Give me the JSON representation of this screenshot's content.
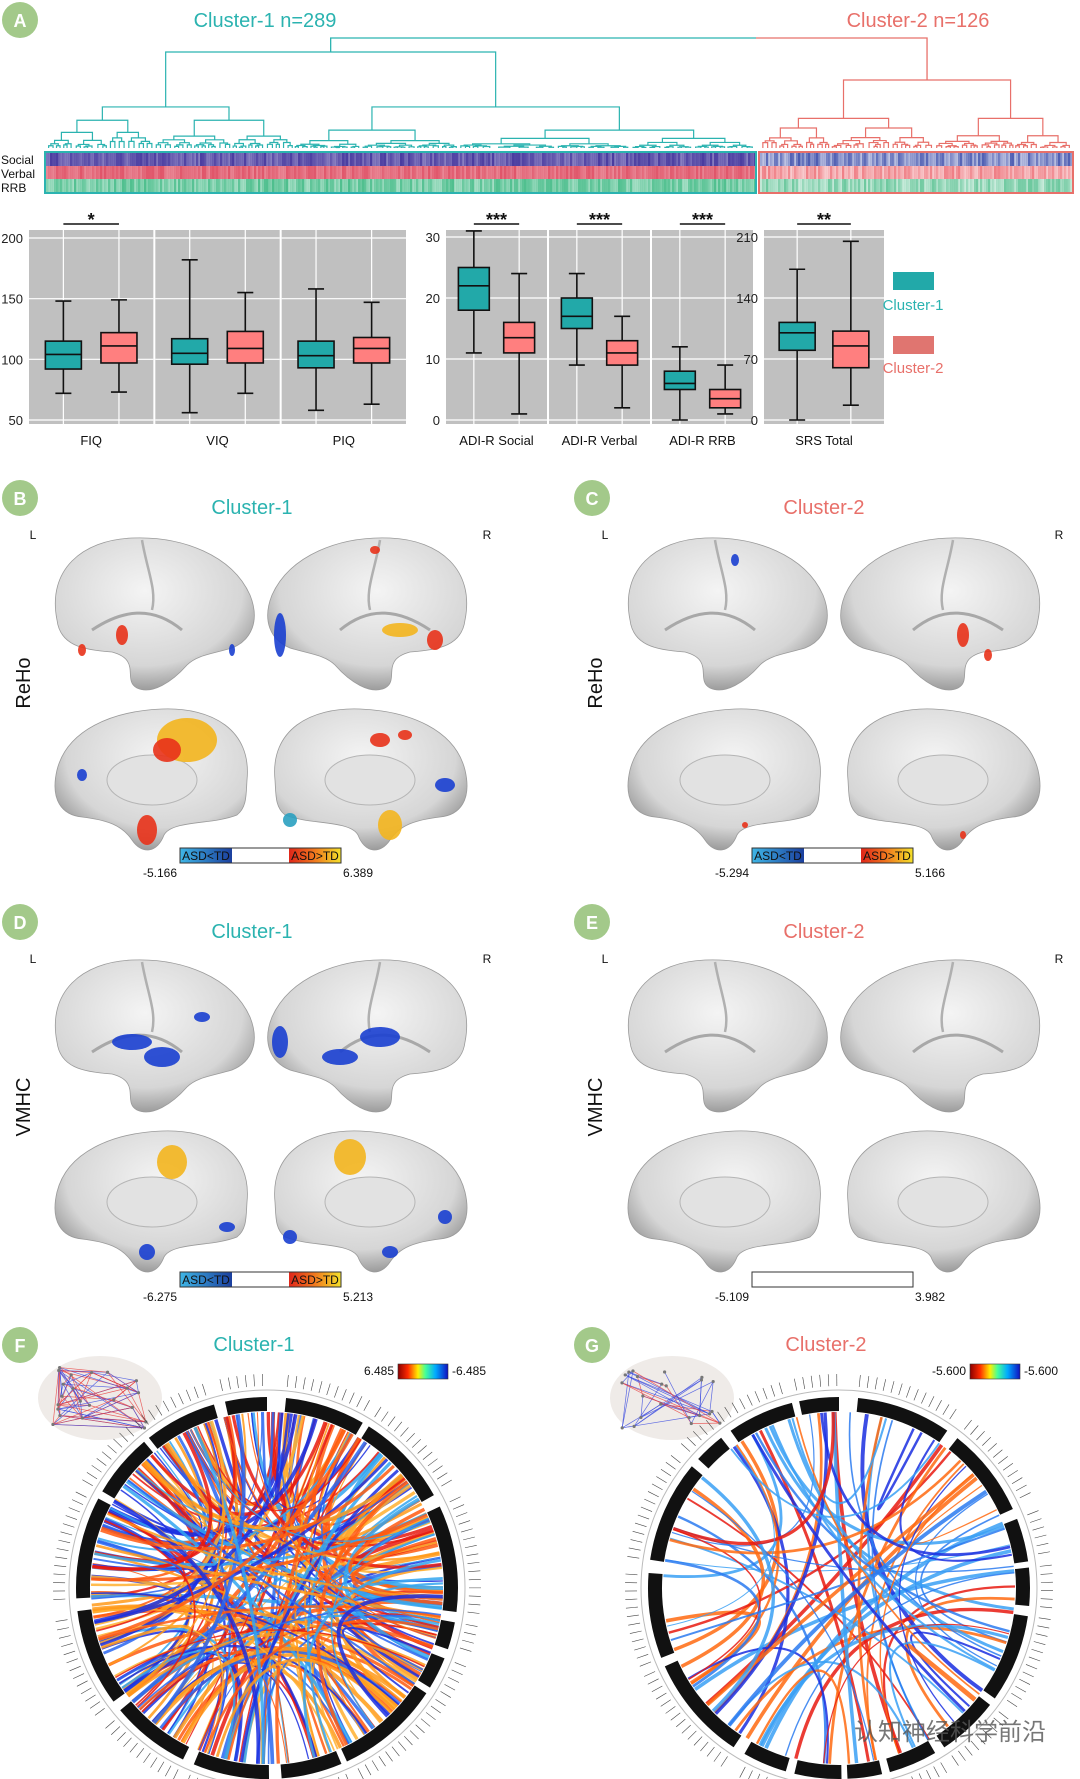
{
  "panel_letters": [
    "A",
    "B",
    "C",
    "D",
    "E",
    "F",
    "G"
  ],
  "colors": {
    "cluster1": "#22a9a9",
    "cluster2": "#ff7f7f",
    "cluster1_text": "#2bb3b0",
    "cluster2_text": "#e8706a",
    "badge": "#a3c98a",
    "plot_bg": "#c0c0c0"
  },
  "panel_a": {
    "cluster1_title": "Cluster-1 n=289",
    "cluster2_title": "Cluster-2 n=126",
    "heatmap_rows": [
      "Social",
      "Verbal",
      "RRB"
    ],
    "legend": [
      "Cluster-1",
      "Cluster-2"
    ]
  },
  "chart_data": {
    "type": "boxplot",
    "series": [
      "Cluster-1",
      "Cluster-2"
    ],
    "panels": [
      {
        "ylim": [
          50,
          200
        ],
        "yticks": [
          "50",
          "100",
          "150",
          "200"
        ],
        "ytick_values": [
          50,
          100,
          150,
          200
        ],
        "categories": [
          {
            "label": "FIQ",
            "sig": "*",
            "boxes": [
              {
                "min": 72,
                "q1": 92,
                "median": 104,
                "q3": 115,
                "max": 148
              },
              {
                "min": 73,
                "q1": 97,
                "median": 111,
                "q3": 122,
                "max": 149
              }
            ]
          },
          {
            "label": "VIQ",
            "sig": "",
            "boxes": [
              {
                "min": 56,
                "q1": 96,
                "median": 105,
                "q3": 117,
                "max": 182
              },
              {
                "min": 72,
                "q1": 97,
                "median": 109,
                "q3": 123,
                "max": 155
              }
            ]
          },
          {
            "label": "PIQ",
            "sig": "",
            "boxes": [
              {
                "min": 58,
                "q1": 93,
                "median": 103,
                "q3": 115,
                "max": 158
              },
              {
                "min": 63,
                "q1": 97,
                "median": 109,
                "q3": 118,
                "max": 147
              }
            ]
          }
        ]
      },
      {
        "ylim": [
          0,
          30
        ],
        "yticks": [
          "0",
          "10",
          "20",
          "30"
        ],
        "ytick_values": [
          0,
          10,
          20,
          30
        ],
        "categories": [
          {
            "label": "ADI-R Social",
            "sig": "***",
            "boxes": [
              {
                "min": 11,
                "q1": 18,
                "median": 22,
                "q3": 25,
                "max": 31
              },
              {
                "min": 1,
                "q1": 11,
                "median": 13.5,
                "q3": 16,
                "max": 24
              }
            ]
          },
          {
            "label": "ADI-R Verbal",
            "sig": "***",
            "boxes": [
              {
                "min": 9,
                "q1": 15,
                "median": 17,
                "q3": 20,
                "max": 24
              },
              {
                "min": 2,
                "q1": 9,
                "median": 11,
                "q3": 13,
                "max": 17
              }
            ]
          },
          {
            "label": "ADI-R RRB",
            "sig": "***",
            "boxes": [
              {
                "min": 0,
                "q1": 5,
                "median": 6,
                "q3": 8,
                "max": 12
              },
              {
                "min": 1,
                "q1": 2,
                "median": 3.5,
                "q3": 5,
                "max": 9
              }
            ]
          }
        ]
      },
      {
        "ylim": [
          0,
          210
        ],
        "yticks": [
          "0",
          "70",
          "140",
          "210"
        ],
        "ytick_values": [
          0,
          70,
          140,
          210
        ],
        "categories": [
          {
            "label": "SRS Total",
            "sig": "**",
            "boxes": [
              {
                "min": 0,
                "q1": 80,
                "median": 100,
                "q3": 112,
                "max": 173
              },
              {
                "min": 17,
                "q1": 60,
                "median": 85,
                "q3": 102,
                "max": 205
              }
            ]
          }
        ]
      }
    ]
  },
  "brain_panels": {
    "hemis": [
      "L",
      "R"
    ],
    "B": {
      "title": "Cluster-1",
      "measure": "ReHo",
      "neg_label": "ASD<TD",
      "pos_label": "ASD>TD",
      "min": "-5.166",
      "max": "6.389"
    },
    "C": {
      "title": "Cluster-2",
      "measure": "ReHo",
      "neg_label": "ASD<TD",
      "pos_label": "ASD>TD",
      "min": "-5.294",
      "max": "5.166"
    },
    "D": {
      "title": "Cluster-1",
      "measure": "VMHC",
      "neg_label": "ASD<TD",
      "pos_label": "ASD>TD",
      "min": "-6.275",
      "max": "5.213"
    },
    "E": {
      "title": "Cluster-2",
      "measure": "VMHC",
      "min": "-5.109",
      "max": "3.982"
    }
  },
  "connectivity": {
    "F": {
      "title": "Cluster-1",
      "cb_left": "6.485",
      "cb_right": "-6.485"
    },
    "G": {
      "title": "Cluster-2",
      "cb_left": "-5.600",
      "cb_right": "-5.600"
    }
  },
  "watermark": "认知神经科学前沿"
}
